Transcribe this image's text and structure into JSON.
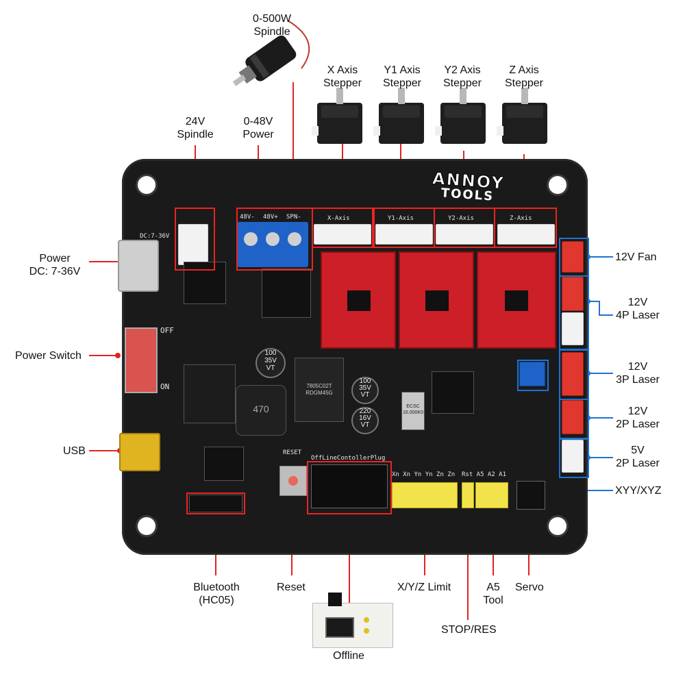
{
  "labels": {
    "spindle_500w": "0-500W\nSpindle",
    "x_stepper": "X Axis\nStepper",
    "y1_stepper": "Y1 Axis\nStepper",
    "y2_stepper": "Y2 Axis\nStepper",
    "z_stepper": "Z Axis\nStepper",
    "spindle_24v": "24V\nSpindle",
    "power_048": "0-48V\nPower",
    "power_dc": "Power\nDC: 7-36V",
    "power_switch": "Power Switch",
    "usb": "USB",
    "fan_12v": "12V Fan",
    "laser_4p": "12V\n4P Laser",
    "laser_3p": "12V\n3P Laser",
    "laser_2p_12v": "12V\n2P Laser",
    "laser_2p_5v": "5V\n2P Laser",
    "xyy_xyz": "XYY/XYZ",
    "bluetooth": "Bluetooth\n(HC05)",
    "reset": "Reset",
    "offline": "Offline",
    "xyz_limit": "X/Y/Z Limit",
    "stop_res": "STOP/RES",
    "a5_tool": "A5\nTool",
    "servo": "Servo"
  },
  "silkscreen": {
    "brand_top": "ANNOY",
    "brand_bottom": "TOOLS",
    "x_axis": "X-Axis",
    "y1_axis": "Y1-Axis",
    "y2_axis": "Y2-Axis",
    "z_axis": "Z-Axis",
    "offline_plug": "OffLineContollerPlug",
    "reset": "RESET",
    "dc": "DC:7-36V",
    "off": "OFF",
    "on": "ON",
    "terminal_1": "48V-",
    "terminal_2": "48V+",
    "terminal_3": "SPN-",
    "cap_1": "100\n35V\nVT",
    "cap_2": "100\n35V\nVT",
    "cap_3": "220\n16V\nVT",
    "inductor": "470",
    "regulator": "7805C02T\nRDGM45G",
    "crystal": "ECSC\n16.000K0",
    "limit_pins": "Xn Xn Yn Yn Zn Zn",
    "tool_pins": "Rst A5 A2 A1"
  },
  "colors": {
    "wire_red": "#e22222",
    "wire_blue": "#1e73d2",
    "board": "#1a1a1a",
    "driver_red": "#cc1f28",
    "terminal_blue": "#1f63c9",
    "header_yellow": "#f3e34a",
    "usb_gold": "#e0b321"
  }
}
